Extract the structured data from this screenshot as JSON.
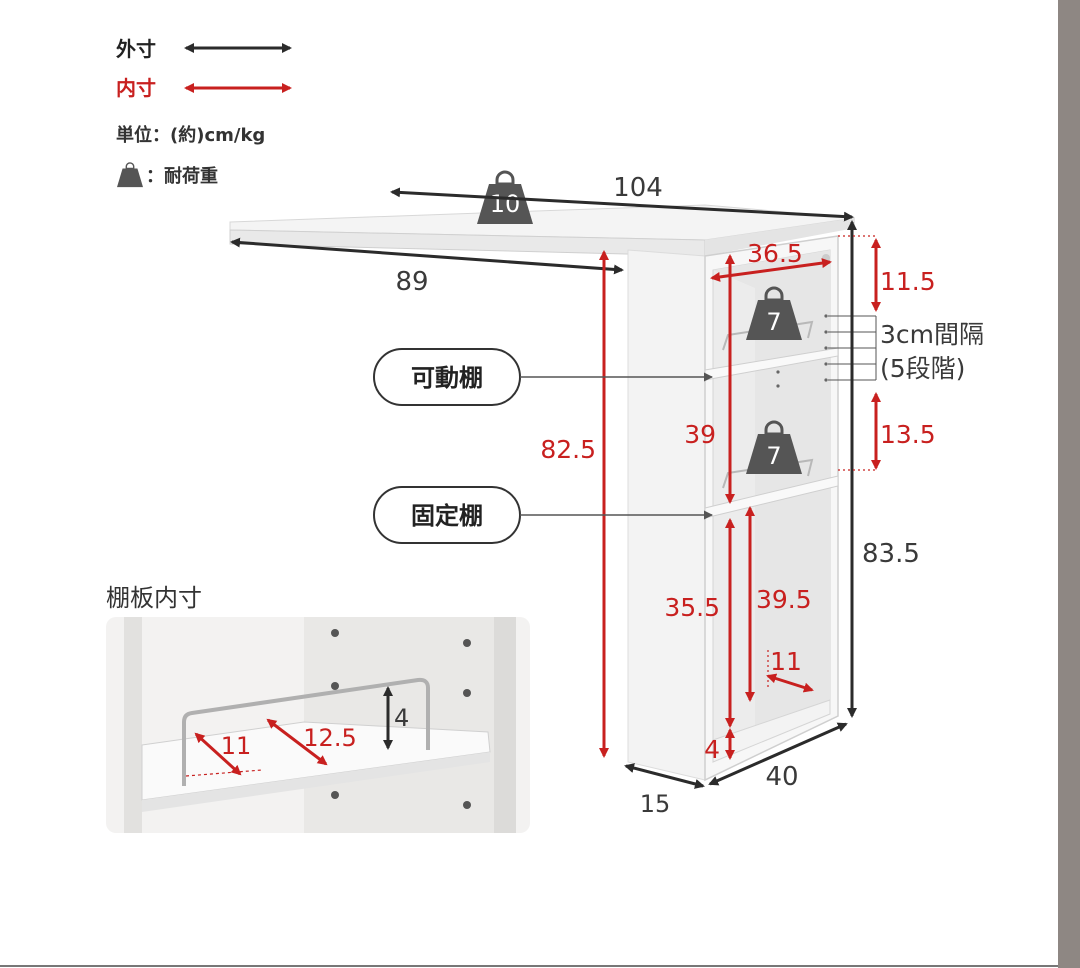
{
  "legend": {
    "outer_label": "外寸",
    "inner_label": "内寸",
    "unit_label": "単位：(約)cm/kg",
    "load_label": "：耐荷重"
  },
  "callouts": {
    "movable_shelf": "可動棚",
    "fixed_shelf": "固定棚"
  },
  "inset": {
    "title": "棚板内寸",
    "dim_depth": "11",
    "dim_diagonal": "12.5",
    "dim_guard_height": "4"
  },
  "dimensions": {
    "top_width": "104",
    "top_depth": "89",
    "inner_width": "36.5",
    "top_gap": "11.5",
    "interval_line1": "3cm間隔",
    "interval_line2": "(5段階)",
    "lower_gap": "13.5",
    "desk_height": "82.5",
    "upper_height": "39",
    "total_height": "83.5",
    "lower_inner": "35.5",
    "lower_outer": "39.5",
    "bottom_depth": "11",
    "bottom_gap": "4",
    "base_depth": "15",
    "base_width": "40"
  },
  "loads": {
    "top": "10",
    "shelf_upper": "7",
    "shelf_lower": "7"
  },
  "colors": {
    "outer_arrow": "#2b2b2b",
    "inner_arrow": "#c8201f",
    "dim_red": "#c8201f",
    "dim_dark": "#3a3a3a",
    "weight_fill": "#555555",
    "frame_gray": "#8e8783",
    "panel_bg": "#f3f2f1"
  }
}
